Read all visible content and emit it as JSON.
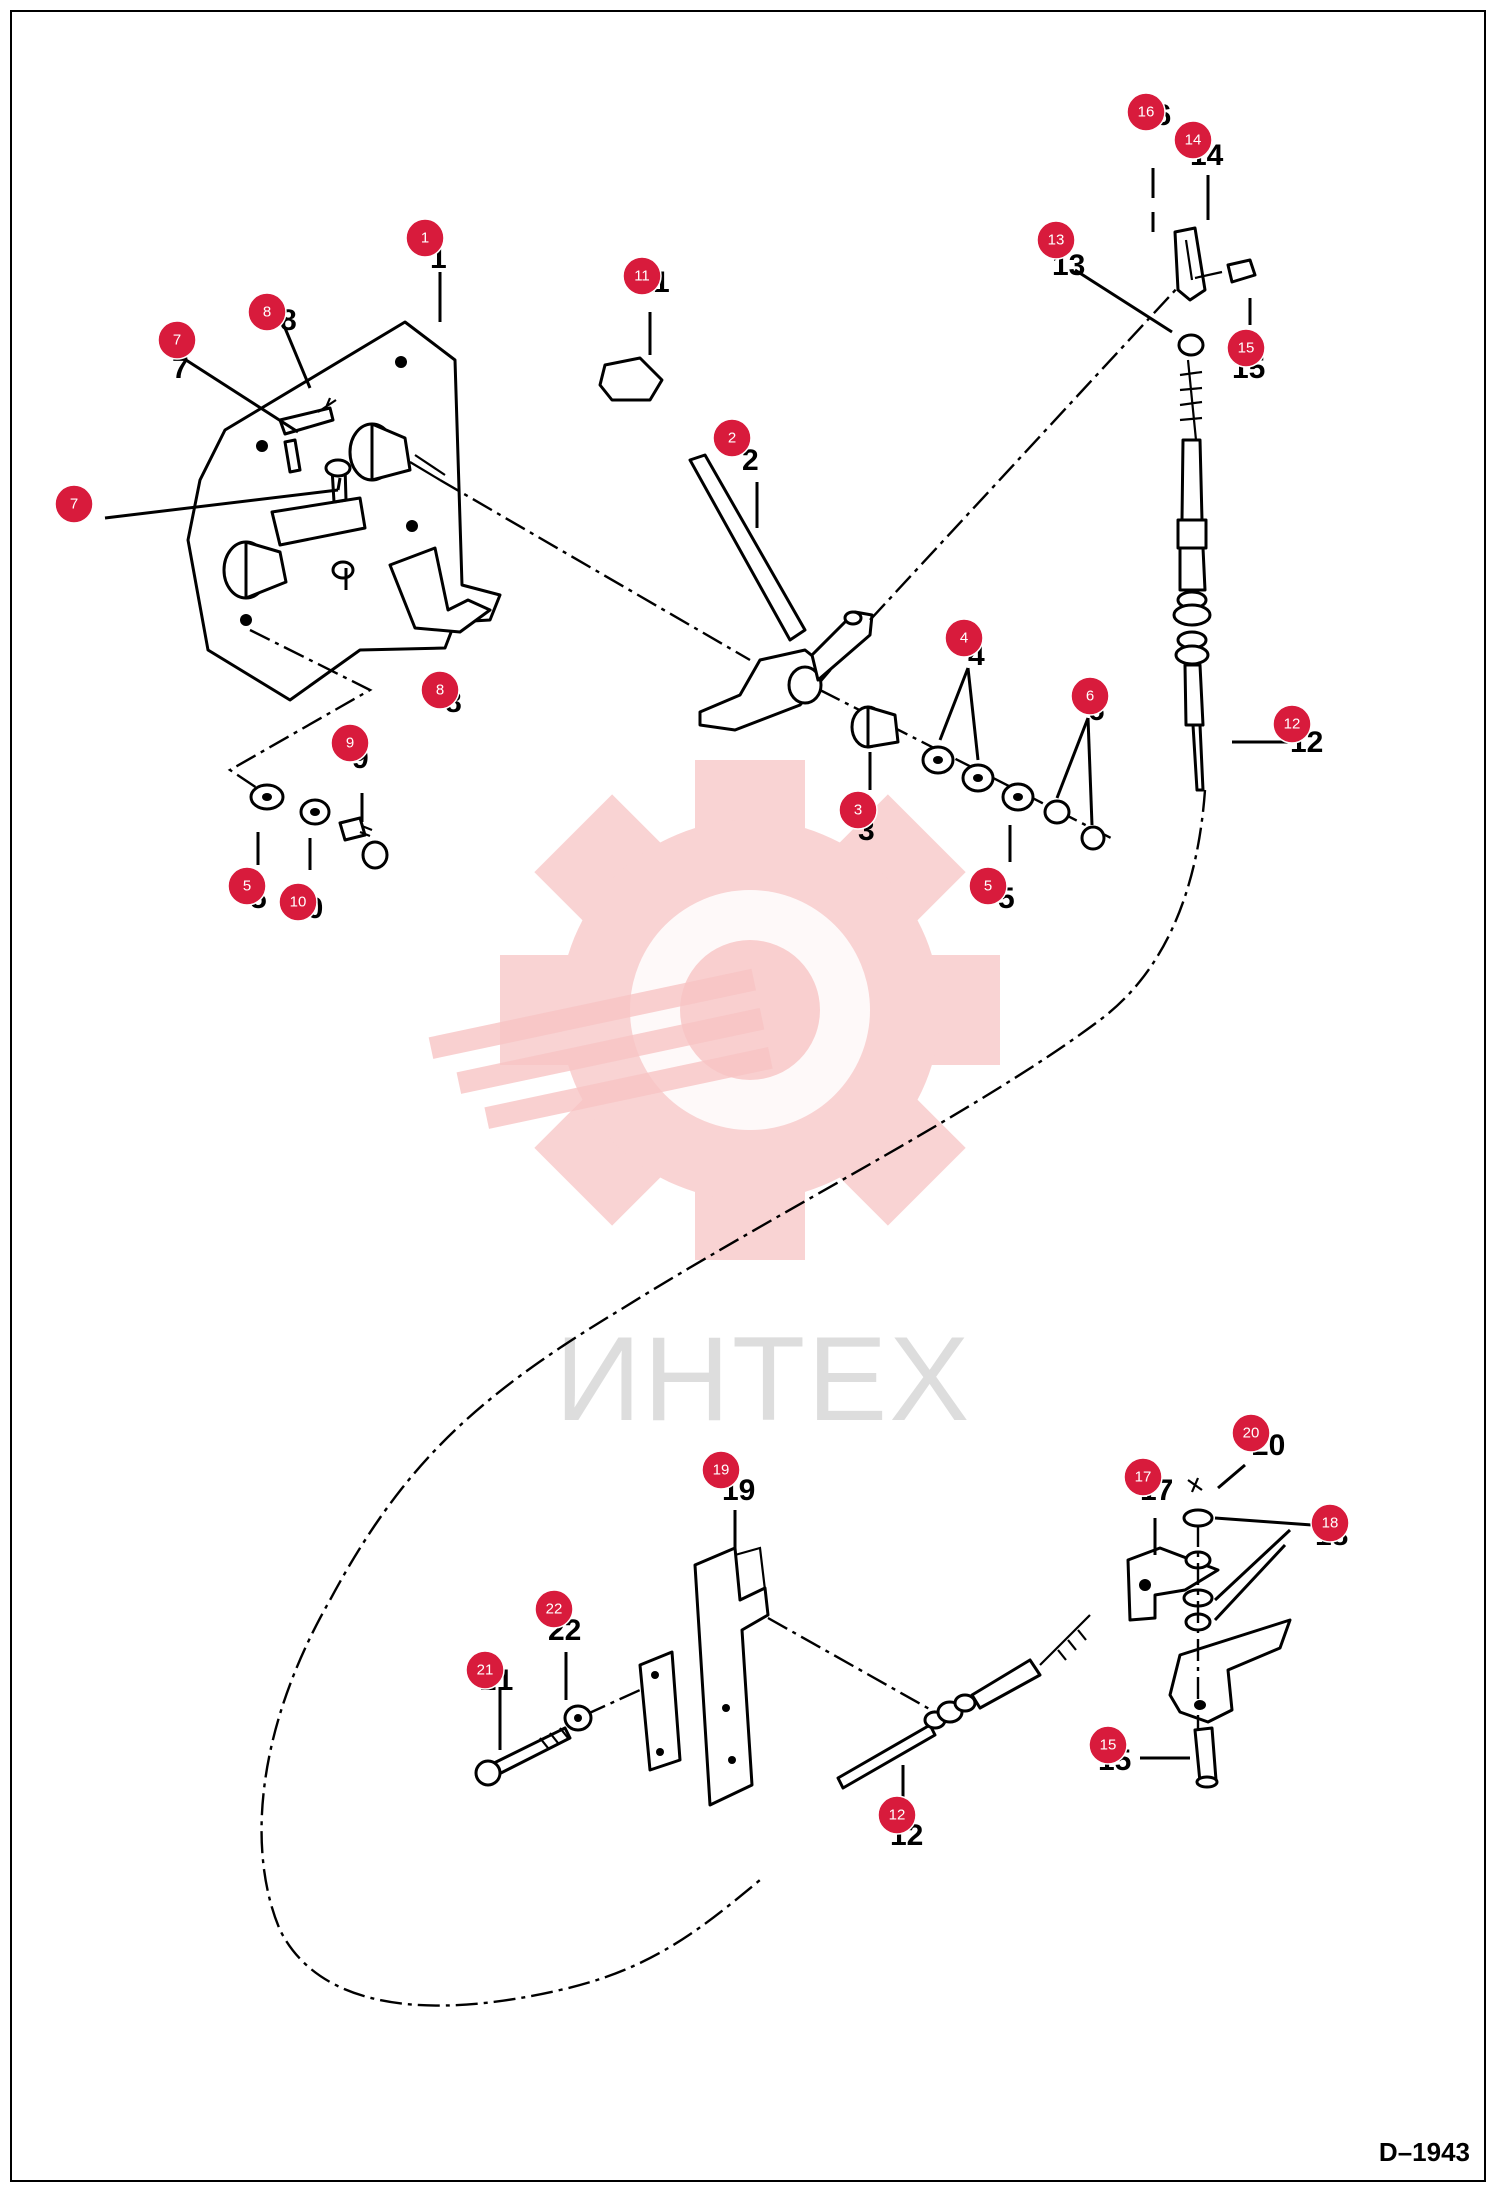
{
  "figure_code": "D–1943",
  "watermark": {
    "text": "ИНТЕХ",
    "color": "#f7c4c4"
  },
  "callout_color": "#d81b3c",
  "callouts": [
    {
      "id": "1",
      "label": "1"
    },
    {
      "id": "2",
      "label": "2"
    },
    {
      "id": "3",
      "label": "3"
    },
    {
      "id": "4",
      "label": "4"
    },
    {
      "id": "5a",
      "label": "5"
    },
    {
      "id": "5b",
      "label": "5"
    },
    {
      "id": "6",
      "label": "6"
    },
    {
      "id": "7a",
      "label": "7"
    },
    {
      "id": "7b",
      "label": "7"
    },
    {
      "id": "8a",
      "label": "8"
    },
    {
      "id": "8b",
      "label": "8"
    },
    {
      "id": "9",
      "label": "9"
    },
    {
      "id": "10",
      "label": "10"
    },
    {
      "id": "11",
      "label": "11"
    },
    {
      "id": "12a",
      "label": "12"
    },
    {
      "id": "12b",
      "label": "12"
    },
    {
      "id": "13",
      "label": "13"
    },
    {
      "id": "14",
      "label": "14"
    },
    {
      "id": "15a",
      "label": "15"
    },
    {
      "id": "15b",
      "label": "15"
    },
    {
      "id": "16",
      "label": "16"
    },
    {
      "id": "17",
      "label": "17"
    },
    {
      "id": "18",
      "label": "18"
    },
    {
      "id": "19",
      "label": "19"
    },
    {
      "id": "20",
      "label": "20"
    },
    {
      "id": "21",
      "label": "21"
    },
    {
      "id": "22",
      "label": "22"
    }
  ]
}
